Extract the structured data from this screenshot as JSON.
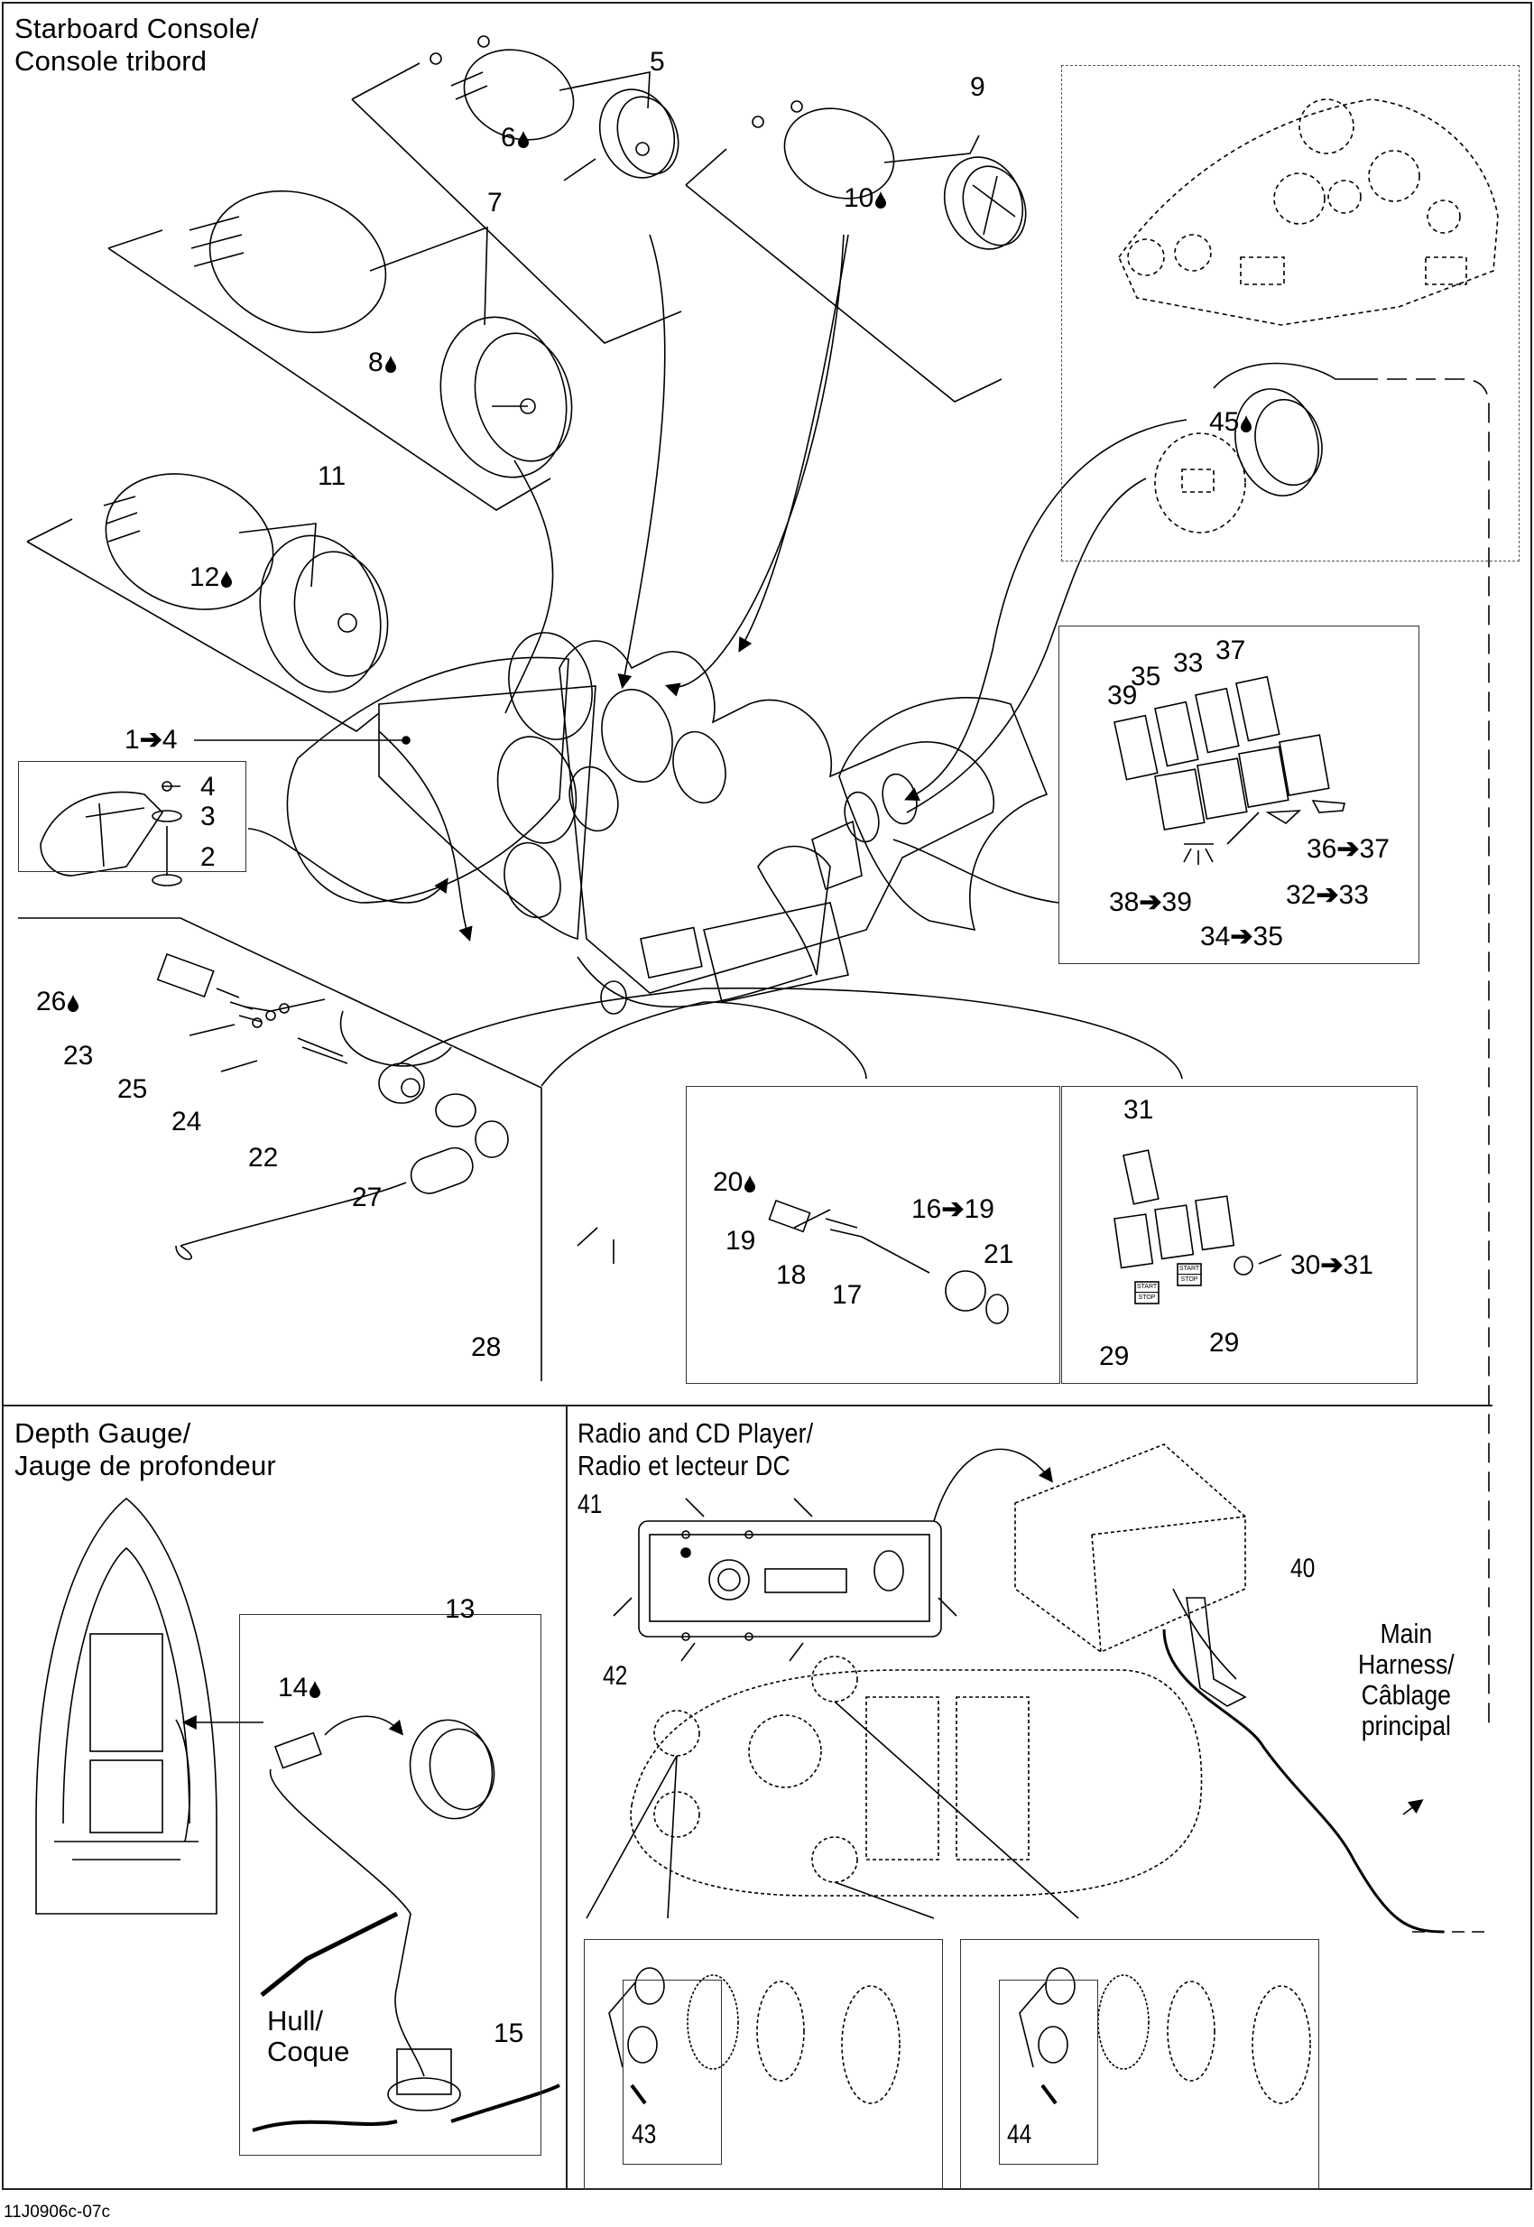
{
  "sections": {
    "starboard_console": {
      "title_line1": "Starboard Console/",
      "title_line2": "Console tribord"
    },
    "depth_gauge": {
      "title_line1": "Depth Gauge/",
      "title_line2": "Jauge de profondeur"
    },
    "radio_cd": {
      "title_line1": "Radio and CD Player/",
      "title_line2": "Radio et lecteur DC"
    }
  },
  "callouts": {
    "c1_4": {
      "from": "1",
      "to": "4"
    },
    "c2": "2",
    "c3": "3",
    "c4": "4",
    "c5": "5",
    "c6": "6",
    "c7": "7",
    "c8": "8",
    "c9": "9",
    "c10": "10",
    "c11": "11",
    "c12": "12",
    "c13": "13",
    "c14": "14",
    "c15": "15",
    "c16_19": {
      "from": "16",
      "to": "19"
    },
    "c17": "17",
    "c18": "18",
    "c19": "19",
    "c20": "20",
    "c21": "21",
    "c22": "22",
    "c23": "23",
    "c24": "24",
    "c25": "25",
    "c26": "26",
    "c27": "27",
    "c28": "28",
    "c29a": "29",
    "c29b": "29",
    "c30_31": {
      "from": "30",
      "to": "31"
    },
    "c31": "31",
    "c32_33": {
      "from": "32",
      "to": "33"
    },
    "c33": "33",
    "c34_35": {
      "from": "34",
      "to": "35"
    },
    "c35": "35",
    "c36_37": {
      "from": "36",
      "to": "37"
    },
    "c37": "37",
    "c38_39": {
      "from": "38",
      "to": "39"
    },
    "c39": "39",
    "c40": "40",
    "c41": "41",
    "c42": "42",
    "c43": "43",
    "c44": "44",
    "c45": "45"
  },
  "symbols": {
    "range_arrow": "➔",
    "oil_drop": "oil-drop-icon"
  },
  "notes": {
    "hull": {
      "line1": "Hull/",
      "line2": "Coque"
    },
    "main_harness": {
      "line1": "Main",
      "line2": "Harness/",
      "line3": "Câblage",
      "line4": "principal"
    }
  },
  "switch_legends": {
    "start_stop_top": "START",
    "start_stop_bottom": "STOP"
  },
  "footer": {
    "drawing_id": "11J0906c-07c"
  }
}
